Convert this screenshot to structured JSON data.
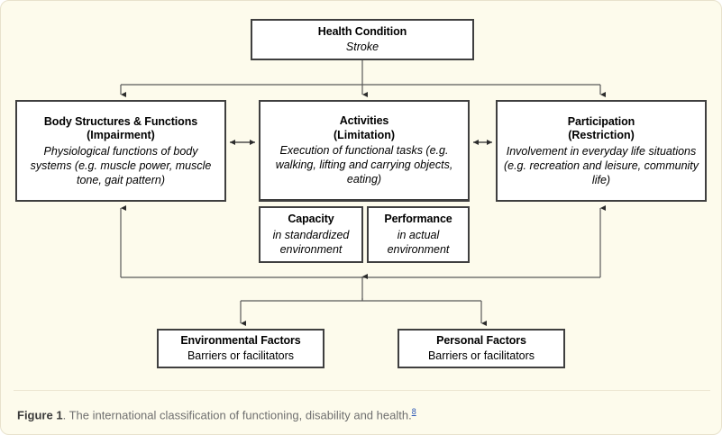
{
  "figure": {
    "background_color": "#fdfbec",
    "box_border_color": "#3f3f3f",
    "connector_color": "#5a5a5a",
    "nodes": {
      "health_condition": {
        "title": "Health Condition",
        "description": "Stroke"
      },
      "body_structures": {
        "title": "Body Structures & Functions",
        "subtitle": "(Impairment)",
        "description": "Physiological functions of body systems (e.g. muscle power, muscle tone, gait pattern)"
      },
      "activities": {
        "title": "Activities",
        "subtitle": "(Limitation)",
        "description": "Execution of functional tasks (e.g. walking, lifting and carrying objects, eating)"
      },
      "participation": {
        "title": "Participation",
        "subtitle": "(Restriction)",
        "description": "Involvement in everyday life situations (e.g. recreation and leisure, community life)"
      },
      "capacity": {
        "title": "Capacity",
        "description": "in standardized environment"
      },
      "performance": {
        "title": "Performance",
        "description": "in actual environment"
      },
      "environmental_factors": {
        "title": "Environmental Factors",
        "description": "Barriers or facilitators"
      },
      "personal_factors": {
        "title": "Personal Factors",
        "description": "Barriers or facilitators"
      }
    }
  },
  "caption": {
    "figure_number": "Figure 1",
    "text": ". The international classification of functioning, disability and health.",
    "reference": "8"
  }
}
